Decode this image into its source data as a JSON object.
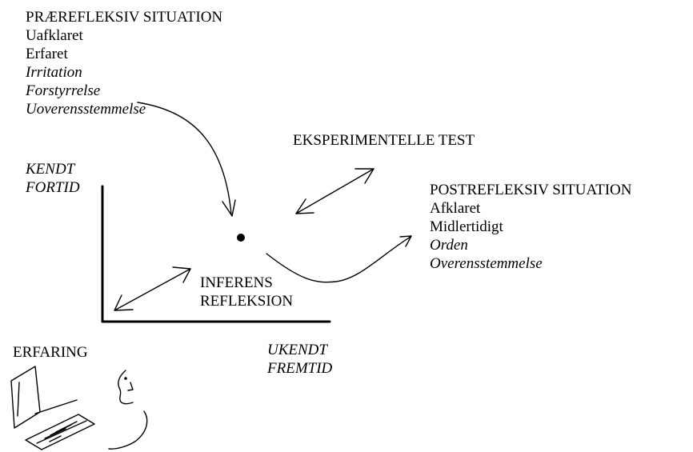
{
  "prereflexive": {
    "title": "PRÆREFLEKSIV SITUATION",
    "lines": [
      "Uafklaret",
      "Erfaret"
    ],
    "italic_lines": [
      "Irritation",
      "Forstyrrelse",
      "Uoverensstemmelse"
    ]
  },
  "known_past": [
    "KENDT",
    "FORTID"
  ],
  "experimental_test": "EKSPERIMENTELLE TEST",
  "postreflexive": {
    "title": "POSTREFLEKSIV SITUATION",
    "lines": [
      "Afklaret",
      "Midlertidigt"
    ],
    "italic_lines": [
      "Orden",
      "Overensstemmelse"
    ]
  },
  "inference": [
    "INFERENS",
    "REFLEKSION"
  ],
  "unknown_future": [
    "UKENDT",
    "FREMTID"
  ],
  "experience": "ERFARING"
}
